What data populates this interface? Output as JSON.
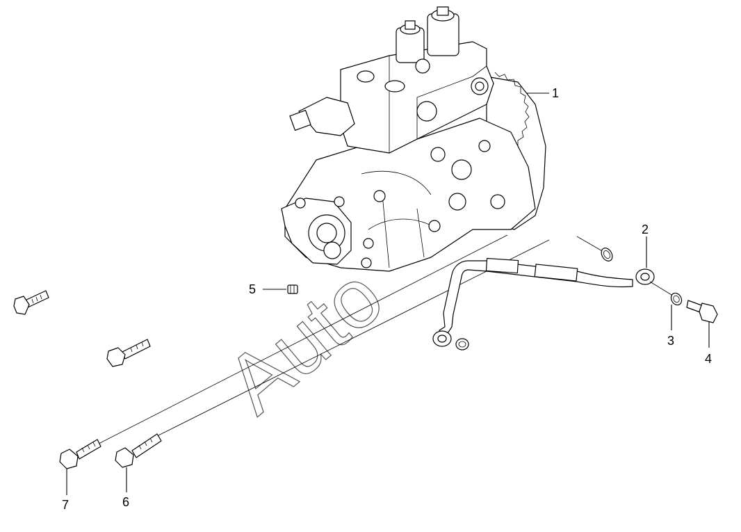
{
  "callouts": {
    "c1": "1",
    "c2": "2",
    "c3": "3",
    "c4": "4",
    "c5": "5",
    "c6": "6",
    "c7": "7"
  },
  "watermark": "Auto",
  "icons": [
    "fuel-pump",
    "pipe",
    "washer",
    "banjo-bolt",
    "plug",
    "bolt"
  ]
}
